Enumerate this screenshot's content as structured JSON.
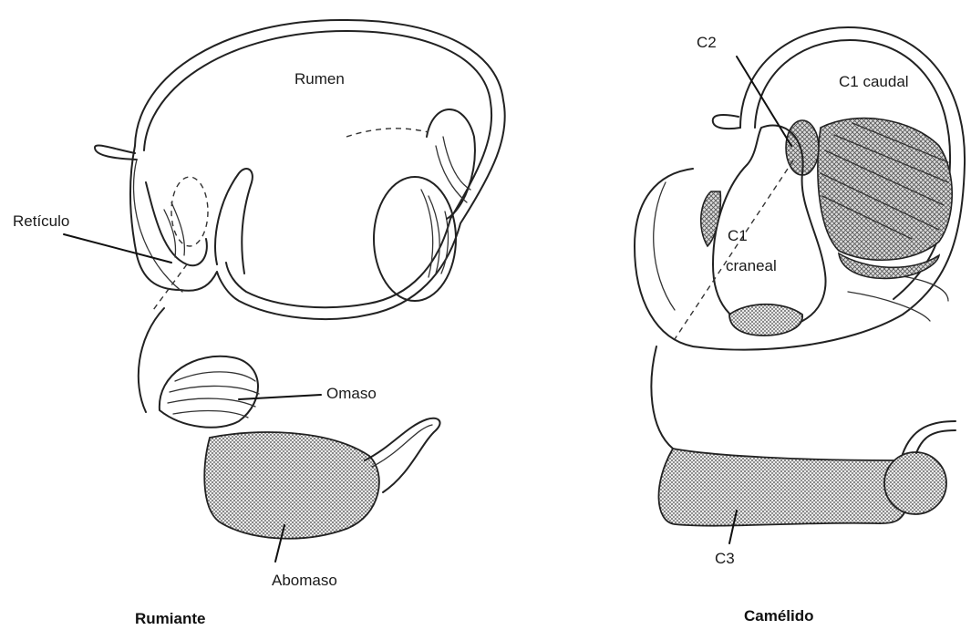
{
  "ruminant": {
    "caption": "Rumiante",
    "labels": {
      "rumen": "Rumen",
      "reticulo": "Retículo",
      "omaso": "Omaso",
      "abomaso": "Abomaso"
    }
  },
  "camelid": {
    "caption": "Camélido",
    "labels": {
      "c2": "C2",
      "c1_caudal": "C1 caudal",
      "c1_craneal_line1": "C1",
      "c1_craneal_line2": "craneal",
      "c3": "C3"
    }
  }
}
